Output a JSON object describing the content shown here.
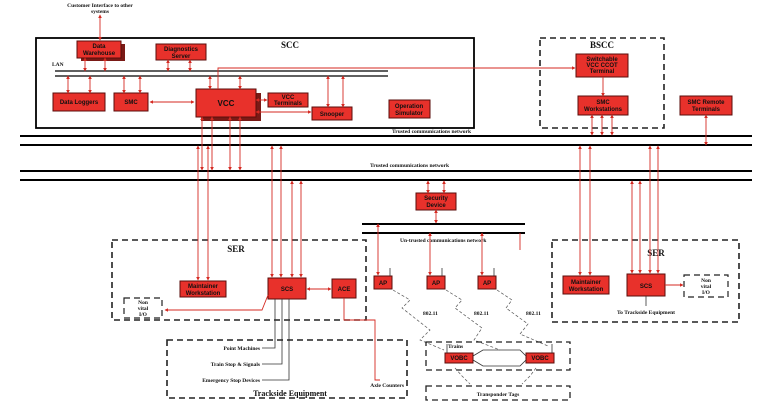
{
  "top_caption_line1": "Customer Interface to other",
  "top_caption_line2": "systems",
  "scc": {
    "title": "SCC",
    "lan_label": "LAN",
    "data_warehouse_line1": "Data",
    "data_warehouse_line2": "Warehouse",
    "diagnostics_line1": "Diagnostics",
    "diagnostics_line2": "Server",
    "data_loggers": "Data Loggers",
    "smc": "SMC",
    "vcc": "VCC",
    "vcc_terminals_line1": "VCC",
    "vcc_terminals_line2": "Terminals",
    "snooper": "Snooper",
    "operation_simulator_line1": "Operation",
    "operation_simulator_line2": "Simulator"
  },
  "bscc": {
    "title": "BSCC",
    "switchable_line1": "Switchable",
    "switchable_line2": "VCC CCOT",
    "switchable_line3": "Terminal",
    "smc_ws_line1": "SMC",
    "smc_ws_line2": "Workstations"
  },
  "smc_remote_line1": "SMC Remote",
  "smc_remote_line2": "Terminals",
  "networks": {
    "trusted1": "Trusted  communications network",
    "trusted2": "Trusted  communications network",
    "untrusted": "Un-trusted communications network"
  },
  "security_line1": "Security",
  "security_line2": "Device",
  "ser_left": {
    "title": "SER",
    "maintainer_line1": "Maintainer",
    "maintainer_line2": "Workstation",
    "scs": "SCS",
    "ace": "ACE",
    "nonvital_line1": "Non",
    "nonvital_line2": "vital",
    "nonvital_line3": "I/O"
  },
  "ser_right": {
    "title": "SER",
    "maintainer_line1": "Maintainer",
    "maintainer_line2": "Workstation",
    "scs": "SCS",
    "nonvital_line1": "Non",
    "nonvital_line2": "vital",
    "nonvital_line3": "I/O",
    "to_trackside": "To Trackside Equipment"
  },
  "access_points": [
    "AP",
    "AP",
    "AP"
  ],
  "wireless_labels": [
    "802.11",
    "802.11",
    "802.11"
  ],
  "trackside": {
    "title": "Trackside Equipment",
    "point_machines": "Point Machines",
    "train_stop": "Train Stop & Signals",
    "emergency_stop": "Emergency Stop Devices",
    "axle_counters": "Axle Counters"
  },
  "trains": {
    "label": "Trains",
    "vobc_left": "VOBC",
    "vobc_right": "VOBC",
    "transponder": "Transponder Tags"
  }
}
